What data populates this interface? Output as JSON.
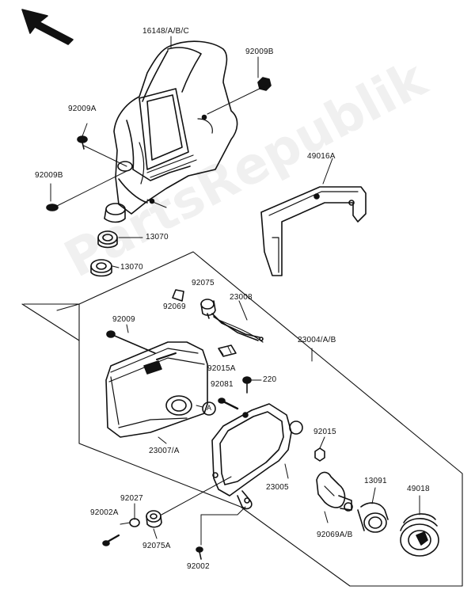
{
  "watermark": "PartsRepublik",
  "parts": [
    {
      "id": "16148",
      "label": "16148/A/B/C"
    },
    {
      "id": "92009B_top",
      "label": "92009B"
    },
    {
      "id": "92009A",
      "label": "92009A"
    },
    {
      "id": "92009B_left",
      "label": "92009B"
    },
    {
      "id": "49016A",
      "label": "49016A"
    },
    {
      "id": "13070_a",
      "label": "13070"
    },
    {
      "id": "13070_b",
      "label": "13070"
    },
    {
      "id": "92075",
      "label": "92075"
    },
    {
      "id": "92069",
      "label": "92069"
    },
    {
      "id": "23008",
      "label": "23008"
    },
    {
      "id": "92009",
      "label": "92009"
    },
    {
      "id": "23004",
      "label": "23004/A/B"
    },
    {
      "id": "92015A",
      "label": "92015A"
    },
    {
      "id": "220",
      "label": "220"
    },
    {
      "id": "92081",
      "label": "92081"
    },
    {
      "id": "circle_A",
      "label": "A"
    },
    {
      "id": "23007",
      "label": "23007/A"
    },
    {
      "id": "92015",
      "label": "92015"
    },
    {
      "id": "23005",
      "label": "23005"
    },
    {
      "id": "13091",
      "label": "13091"
    },
    {
      "id": "49018",
      "label": "49018"
    },
    {
      "id": "92027",
      "label": "92027"
    },
    {
      "id": "92002A",
      "label": "92002A"
    },
    {
      "id": "92069AB",
      "label": "92069A/B"
    },
    {
      "id": "92075A",
      "label": "92075A"
    },
    {
      "id": "92002",
      "label": "92002"
    }
  ]
}
